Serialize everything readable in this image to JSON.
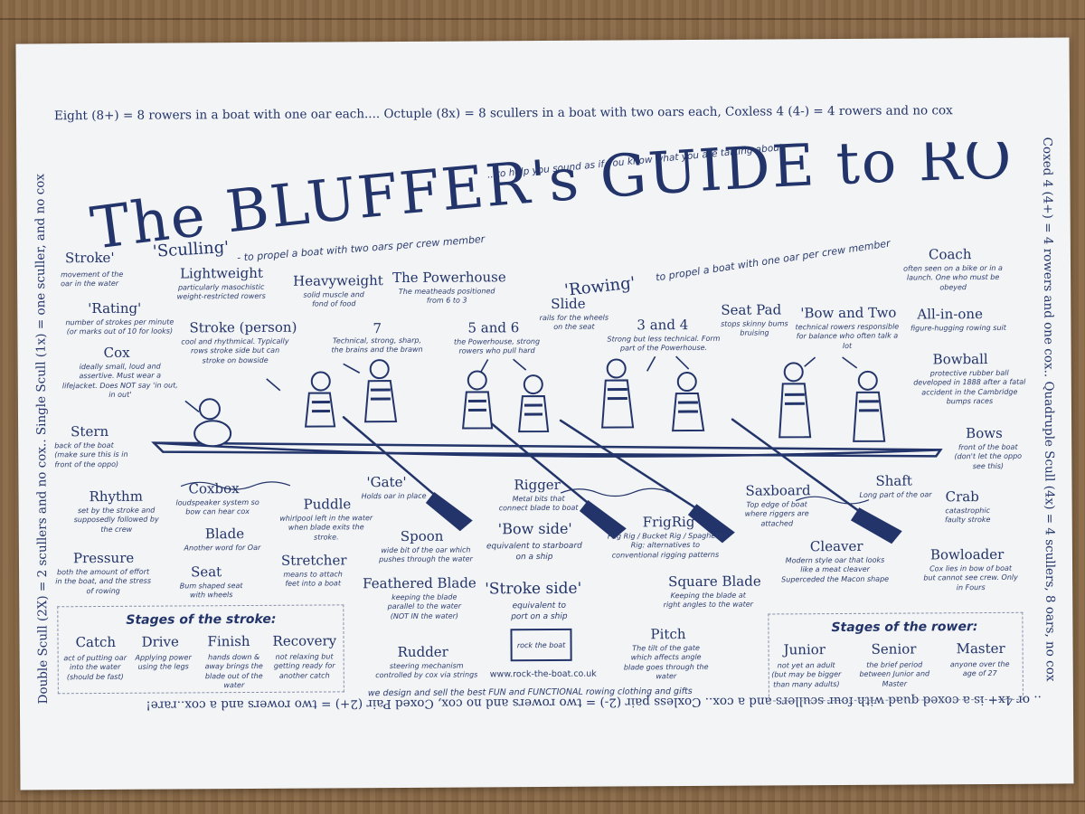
{
  "title": {
    "main": "The BLUFFER's GUIDE to ROWING",
    "tagline": "...to help you sound as if you know what you are talking about"
  },
  "edges": {
    "top": "Eight (8+) = 8 rowers in a boat with one oar each.... Octuple (8x) = 8 scullers in a boat with two oars each, Coxless 4 (4-) = 4 rowers and no cox",
    "right": "Coxed 4 (4+) = 4 rowers and one cox.. Quadruple Scull (4x) = 4 scullers, 8 oars, no cox",
    "bottom": ".. or 4x+ is a coxed quad with four scullers and a cox.. Coxless pair (2-) = two rowers and no cox, Coxed Pair (2+) = two rowers and a cox..rare!",
    "left": "Double Scull (2X) = 2 scullers and no cox.. Single Scull (1x) = one sculler, and no cox"
  },
  "definitions": {
    "sculling": {
      "term": "'Sculling'",
      "desc": "- to propel a boat with two oars per crew member"
    },
    "rowing": {
      "term": "'Rowing'",
      "desc": "to propel a boat with one oar per crew member"
    }
  },
  "glossary": [
    {
      "id": "stroke",
      "term": "Stroke'",
      "desc": "movement of the oar in the water"
    },
    {
      "id": "rating",
      "term": "'Rating'",
      "desc": "number of strokes per minute (or marks out of 10 for looks)"
    },
    {
      "id": "cox",
      "term": "Cox",
      "desc": "ideally small, loud and assertive. Must wear a lifejacket. Does NOT say 'in out, in out'"
    },
    {
      "id": "stern",
      "term": "Stern",
      "desc": "back of the boat (make sure this is in front of the oppo)"
    },
    {
      "id": "rhythm",
      "term": "Rhythm",
      "desc": "set by the stroke and supposedly followed by the crew"
    },
    {
      "id": "pressure",
      "term": "Pressure",
      "desc": "both the amount of effort in the boat, and the stress of rowing"
    },
    {
      "id": "lightweight",
      "term": "Lightweight",
      "desc": "particularly masochistic weight-restricted rowers"
    },
    {
      "id": "stroke_person",
      "term": "Stroke (person)",
      "desc": "cool and rhythmical. Typically rows stroke side but can stroke on bowside"
    },
    {
      "id": "heavyweight",
      "term": "Heavyweight",
      "desc": "solid muscle and fond of food"
    },
    {
      "id": "powerhouse",
      "term": "The Powerhouse",
      "desc": "The meatheads positioned from 6 to 3"
    },
    {
      "id": "seven",
      "term": "7",
      "desc": "Technical, strong, sharp, the brains and the brawn"
    },
    {
      "id": "five_six",
      "term": "5 and 6",
      "desc": "the Powerhouse, strong rowers who pull hard"
    },
    {
      "id": "slide",
      "term": "Slide",
      "desc": "rails for the wheels on the seat"
    },
    {
      "id": "three_four",
      "term": "3 and 4",
      "desc": "Strong but less technical. Form part of the Powerhouse."
    },
    {
      "id": "seat_pad",
      "term": "Seat Pad",
      "desc": "stops skinny bums bruising"
    },
    {
      "id": "bow_two",
      "term": "'Bow and Two",
      "desc": "technical rowers responsible for balance who often talk a lot"
    },
    {
      "id": "coach",
      "term": "Coach",
      "desc": "often seen on a bike or in a launch. One who must be obeyed"
    },
    {
      "id": "all_in_one",
      "term": "All-in-one",
      "desc": "figure-hugging rowing suit"
    },
    {
      "id": "bowball",
      "term": "Bowball",
      "desc": "protective rubber ball developed in 1888 after a fatal accident in the Cambridge bumps races"
    },
    {
      "id": "bows",
      "term": "Bows",
      "desc": "front of the boat (don't let the oppo see this)"
    },
    {
      "id": "crab",
      "term": "Crab",
      "desc": "catastrophic faulty stroke"
    },
    {
      "id": "bowloader",
      "term": "Bowloader",
      "desc": "Cox lies in bow of boat but cannot see crew. Only in Fours"
    },
    {
      "id": "coxbox",
      "term": "Coxbox",
      "desc": "loudspeaker system so bow can hear cox"
    },
    {
      "id": "blade",
      "term": "Blade",
      "desc": "Another word for Oar"
    },
    {
      "id": "seat",
      "term": "Seat",
      "desc": "Bum shaped seat with wheels"
    },
    {
      "id": "gate",
      "term": "'Gate'",
      "desc": "Holds oar in place"
    },
    {
      "id": "puddle",
      "term": "Puddle",
      "desc": "whirlpool left in the water when blade exits the stroke."
    },
    {
      "id": "stretcher",
      "term": "Stretcher",
      "desc": "means to attach feet into a boat"
    },
    {
      "id": "spoon",
      "term": "Spoon",
      "desc": "wide bit of the oar which pushes through the water"
    },
    {
      "id": "feathered",
      "term": "Feathered Blade",
      "desc": "keeping the blade parallel to the water (NOT IN the water)"
    },
    {
      "id": "rudder",
      "term": "Rudder",
      "desc": "steering mechanism controlled by cox via strings"
    },
    {
      "id": "rigger",
      "term": "Rigger",
      "desc": "Metal bits that connect blade to boat"
    },
    {
      "id": "bow_side",
      "term": "'Bow side'",
      "desc": "equivalent to starboard on a ship"
    },
    {
      "id": "stroke_side",
      "term": "'Stroke side'",
      "desc": "equivalent to port on a ship"
    },
    {
      "id": "frigrig",
      "term": "FrigRig",
      "desc": "Frig Rig / Bucket Rig / Spaghetti Rig: alternatives to conventional rigging patterns"
    },
    {
      "id": "square_blade",
      "term": "Square Blade",
      "desc": "Keeping the blade at right angles to the water"
    },
    {
      "id": "pitch",
      "term": "Pitch",
      "desc": "The tilt of the gate which affects angle blade goes through the water"
    },
    {
      "id": "saxboard",
      "term": "Saxboard",
      "desc": "Top edge of boat where riggers are attached"
    },
    {
      "id": "shaft",
      "term": "Shaft",
      "desc": "Long part of the oar"
    },
    {
      "id": "cleaver",
      "term": "Cleaver",
      "desc": "Modern style oar that looks like a meat cleaver Superceded the Macon shape"
    }
  ],
  "stroke_stages": {
    "title": "Stages of the stroke:",
    "items": [
      {
        "term": "Catch",
        "desc": "act of putting oar into the water (should be fast)"
      },
      {
        "term": "Drive",
        "desc": "Applying power using the legs"
      },
      {
        "term": "Finish",
        "desc": "hands down & away brings the blade out of the water"
      },
      {
        "term": "Recovery",
        "desc": "not relaxing but getting ready for another catch"
      }
    ]
  },
  "rower_stages": {
    "title": "Stages of the rower:",
    "items": [
      {
        "term": "Junior",
        "desc": "not yet an adult (but may be bigger than many adults)"
      },
      {
        "term": "Senior",
        "desc": "the brief period between Junior and Master"
      },
      {
        "term": "Master",
        "desc": "anyone over the age of 27"
      }
    ]
  },
  "brand": {
    "logo_text": "rock the boat",
    "url": "www.rock-the-boat.co.uk",
    "tagline": "we design and sell the best FUN and FUNCTIONAL rowing clothing and gifts"
  },
  "colors": {
    "ink": "#22346a",
    "paper": "#f3f4f5",
    "wood": "#8a6a48"
  }
}
